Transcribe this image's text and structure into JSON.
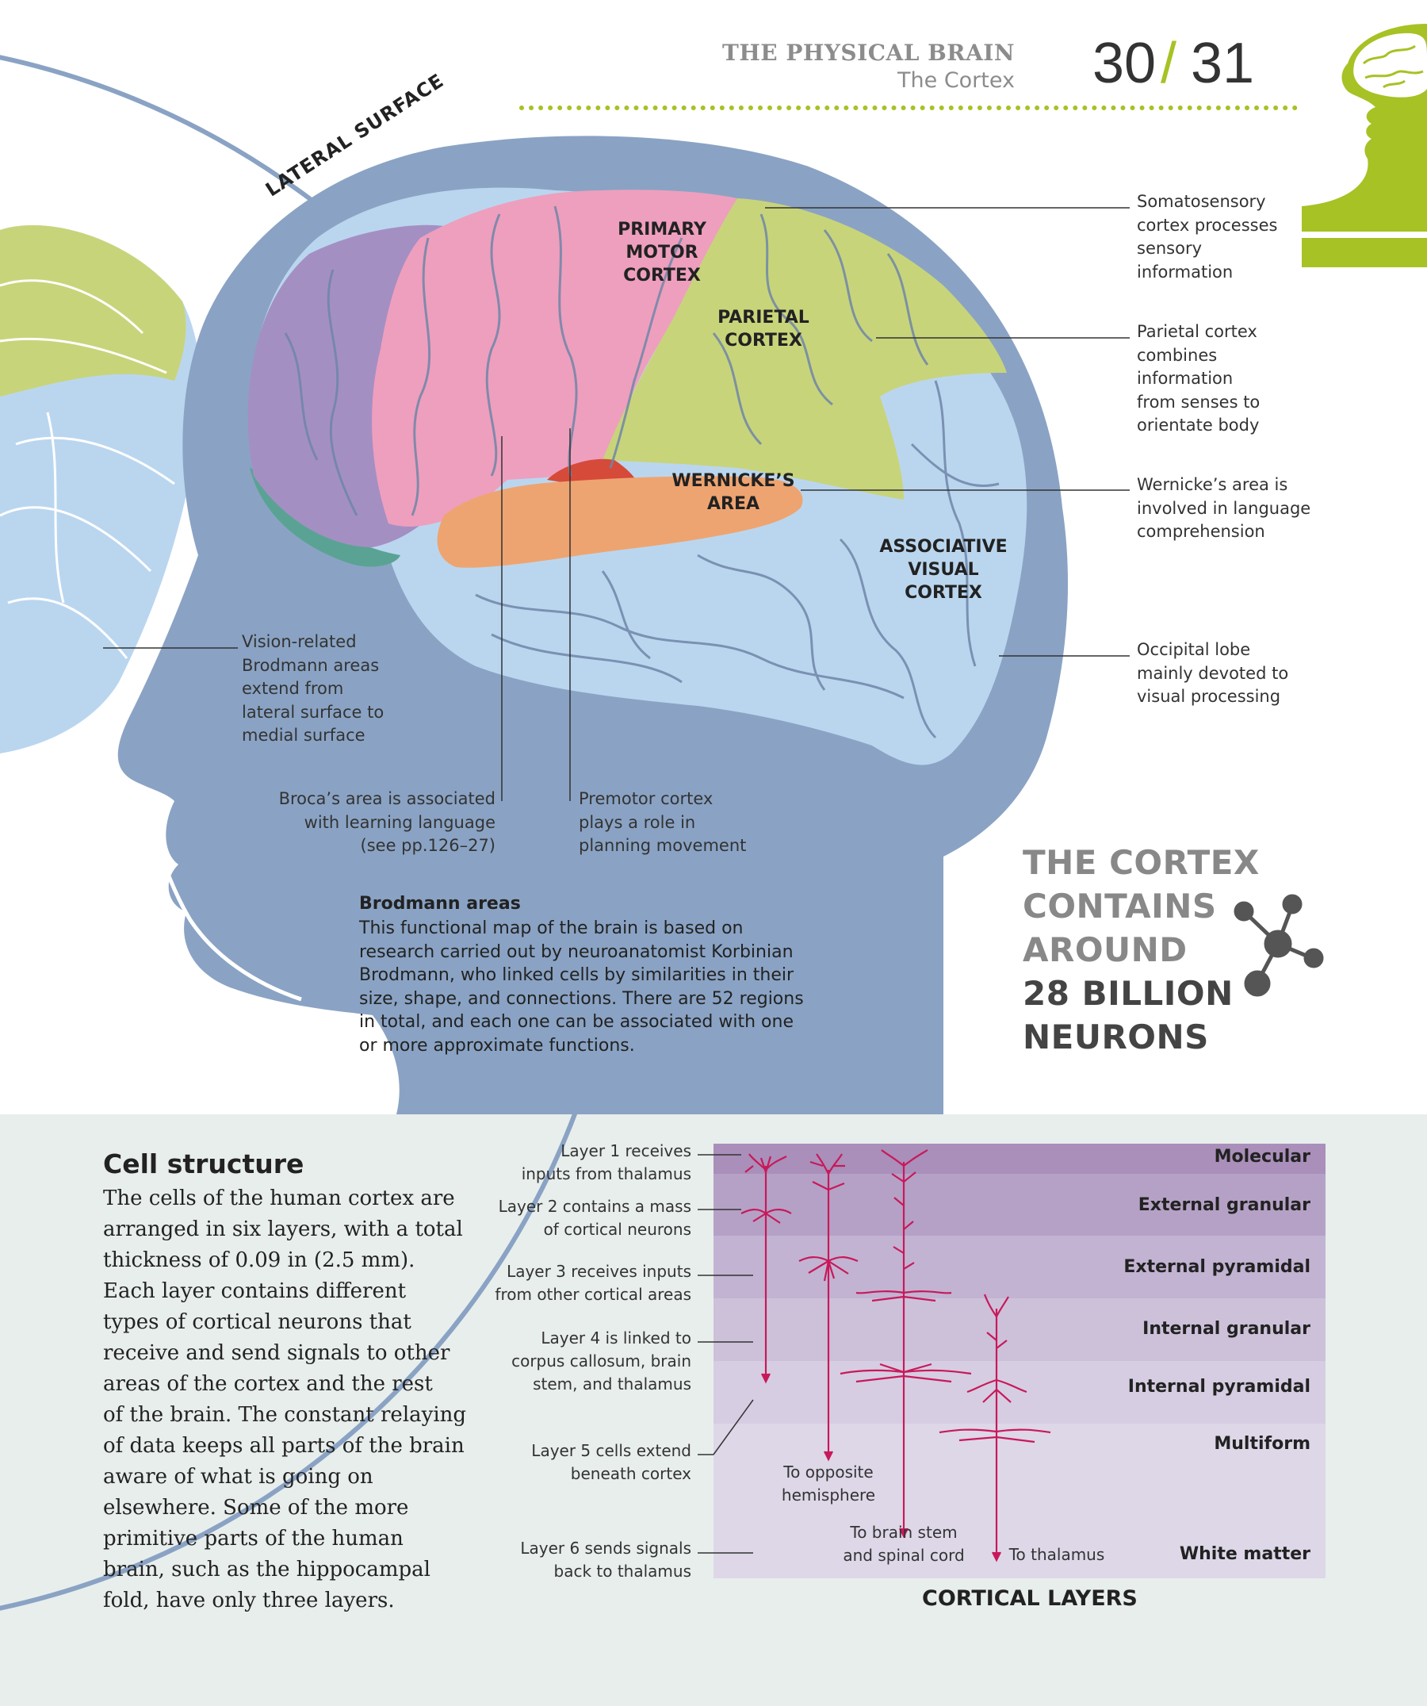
{
  "header": {
    "section": "THE PHYSICAL BRAIN",
    "subsection": "The Cortex",
    "page_left": "30",
    "page_sep": "/",
    "page_right": "31"
  },
  "diagram": {
    "surface_label": "LATERAL SURFACE",
    "regions": {
      "motor": [
        "PRIMARY",
        "MOTOR",
        "CORTEX"
      ],
      "parietal": [
        "PARIETAL",
        "CORTEX"
      ],
      "wernicke": [
        "WERNICKE’S",
        "AREA"
      ],
      "visual": [
        "ASSOCIATIVE",
        "VISUAL",
        "CORTEX"
      ]
    },
    "annotations": {
      "somatosensory": [
        "Somatosensory",
        "cortex processes",
        "sensory",
        "information"
      ],
      "parietal": [
        "Parietal cortex",
        "combines",
        "information",
        "from senses to",
        "orientate body"
      ],
      "wernicke": [
        "Wernicke’s area is",
        "involved in language",
        "comprehension"
      ],
      "occipital": [
        "Occipital lobe",
        "mainly devoted to",
        "visual processing"
      ],
      "vision": [
        "Vision-related",
        "Brodmann areas",
        "extend from",
        "lateral surface to",
        "medial surface"
      ],
      "broca": [
        "Broca’s area is associated",
        "with learning language",
        "(see pp.126–27)"
      ],
      "premotor": [
        "Premotor cortex",
        "plays a role in",
        "planning movement"
      ]
    },
    "colors": {
      "head": "#8aa3c4",
      "motor": "#ee9fbd",
      "premotor": "#a48fc3",
      "parietal": "#c8d47a",
      "wernicke": "#eea470",
      "broca": "#d64a3a",
      "visual": "#bad6ef",
      "accent": "#a6c224"
    }
  },
  "brodmann": {
    "title": "Brodmann areas",
    "lines": [
      "This functional map of the brain is based on",
      "research carried out by neuroanatomist Korbinian",
      "Brodmann, who linked cells by similarities in their",
      "size, shape, and connections. There are 52 regions",
      "in total, and each one can be associated with one",
      "or more approximate functions."
    ]
  },
  "callout": {
    "lines_light": [
      "THE CORTEX",
      "CONTAINS",
      "AROUND"
    ],
    "lines_dark": [
      "28 BILLION",
      "NEURONS"
    ],
    "icon": "molecule-icon"
  },
  "cell_structure": {
    "title": "Cell structure",
    "lines": [
      "The cells of the human cortex are",
      "arranged in six layers, with a total",
      "thickness of 0.09 in (2.5 mm).",
      "Each layer contains different",
      "types of cortical neurons that",
      "receive and send signals to other",
      "areas of the cortex and the rest",
      "of the brain. The constant relaying",
      "of data keeps all parts of the brain",
      "aware of what is going on",
      "elsewhere. Some of the more",
      "primitive parts of the human",
      "brain, such as the hippocampal",
      "fold, have only three layers."
    ]
  },
  "cortical_layers": {
    "title": "CORTICAL LAYERS",
    "layers": [
      {
        "name": "Molecular",
        "color": "#a98fba"
      },
      {
        "name": "External granular",
        "color": "#b5a1c6"
      },
      {
        "name": "External pyramidal",
        "color": "#c2b3d2"
      },
      {
        "name": "Internal granular",
        "color": "#cdc1da"
      },
      {
        "name": "Internal pyramidal",
        "color": "#d6cde2"
      },
      {
        "name": "Multiform",
        "color": "#ddd7e8"
      },
      {
        "name": "White matter",
        "color": "#ddd7e8"
      }
    ],
    "annotations": [
      [
        "Layer 1 receives",
        "inputs from thalamus"
      ],
      [
        "Layer 2 contains a mass",
        "of cortical neurons"
      ],
      [
        "Layer 3 receives inputs",
        "from other cortical areas"
      ],
      [
        "Layer 4 is linked to",
        "corpus callosum, brain",
        "stem, and thalamus"
      ],
      [
        "Layer 5 cells extend",
        "beneath cortex"
      ],
      [
        "Layer 6 sends signals",
        "back to thalamus"
      ]
    ],
    "destinations": [
      [
        "To opposite",
        "hemisphere"
      ],
      [
        "To brain stem",
        "and spinal cord"
      ],
      [
        "To thalamus"
      ]
    ],
    "neuron_color": "#c8195a"
  }
}
